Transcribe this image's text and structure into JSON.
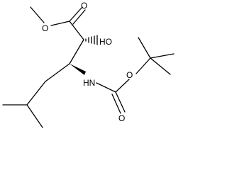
{
  "molecule": {
    "atoms": {
      "o_ester": "O",
      "o_carbonyl": "O",
      "hydroxyl": "HO",
      "o_boc_ester": "O",
      "o_boc_carbonyl": "O",
      "amine": "HN"
    },
    "colors": {
      "bond": "#000000",
      "label": "#000000",
      "background": "#ffffff"
    }
  }
}
